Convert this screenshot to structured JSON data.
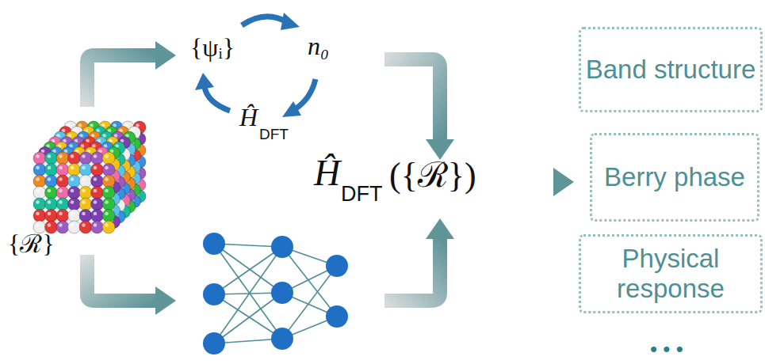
{
  "diagram": {
    "nodes": [
      {
        "text": [
          "Band structure"
        ]
      },
      {
        "text": [
          "Berry phase"
        ]
      },
      {
        "text": [
          "Physical response"
        ]
      }
    ],
    "labels": [
      "{ψᵢ}",
      "n₀",
      "Ĥ",
      "DFT",
      "Ĥ",
      "DFT",
      "({ℛ})",
      "{ℛ}",
      "• • •"
    ]
  }
}
